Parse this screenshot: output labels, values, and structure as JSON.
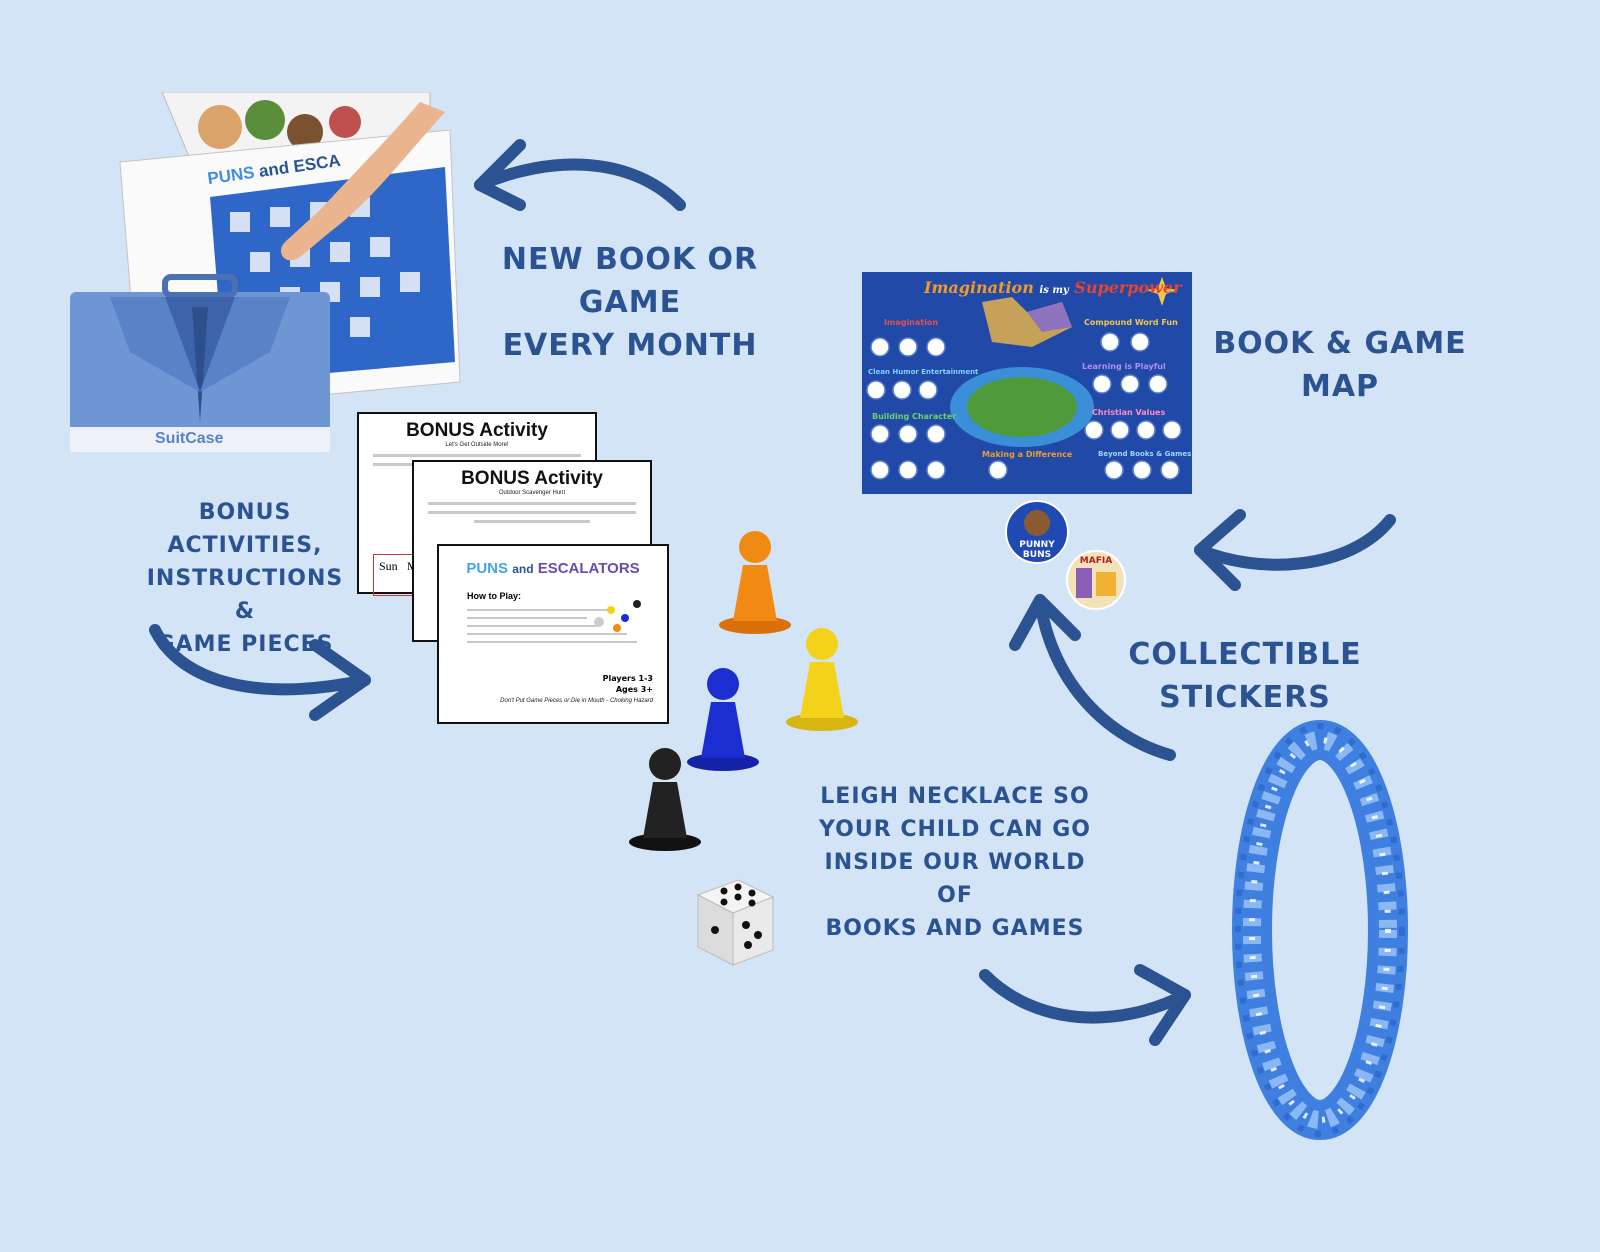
{
  "captions": {
    "monthly": [
      "New book or game",
      "every month"
    ],
    "map": [
      "Book & game",
      "map"
    ],
    "bonus": [
      "Bonus",
      "activities,",
      "instructions &",
      "game pieces"
    ],
    "stickers": [
      "Collectible",
      "stickers"
    ],
    "necklace": [
      "Leigh necklace so",
      "your child can go",
      "inside our world of",
      "books and games"
    ]
  },
  "suitcase": {
    "board_title_1": "PUNS",
    "board_title_2": "and ESCA",
    "case_label": "SuitCase"
  },
  "sheets": {
    "bonus1_title": "BONUS Activity",
    "bonus1_sub": "Let's Get Outside More!",
    "bonus1_day1": "Sun",
    "bonus1_day2": "M",
    "bonus2_title": "BONUS Activity",
    "bonus2_sub": "Outdoor Scavenger Hunt",
    "rules_title_1": "PUNS",
    "rules_title_2": "and",
    "rules_title_3": "ESCALATORS",
    "rules_how": "How to Play:",
    "rules_players": "Players 1-3",
    "rules_ages": "Ages 3+",
    "rules_warning": "Don't Put Game Pieces or Die in Mouth - Choking Hazard"
  },
  "map": {
    "title_1": "Imagination",
    "title_2": "is my",
    "title_3": "Superpower",
    "regions": [
      "Imagination",
      "Compound Word Fun",
      "Clean Humor Entertainment",
      "Learning is Playful",
      "Building Character",
      "Christian Values",
      "Making a Difference",
      "Beyond Books & Games"
    ]
  },
  "stickers": {
    "s1": "PUNNY BUNS",
    "s2": "MAFIA"
  },
  "colors": {
    "background": "#d4e4f7",
    "arrow": "#2b5392",
    "pawn_orange": "#f08a12",
    "pawn_yellow": "#f3d21b",
    "pawn_blue": "#1b2fd1",
    "pawn_black": "#222222",
    "lei": "#3e7fe0"
  }
}
